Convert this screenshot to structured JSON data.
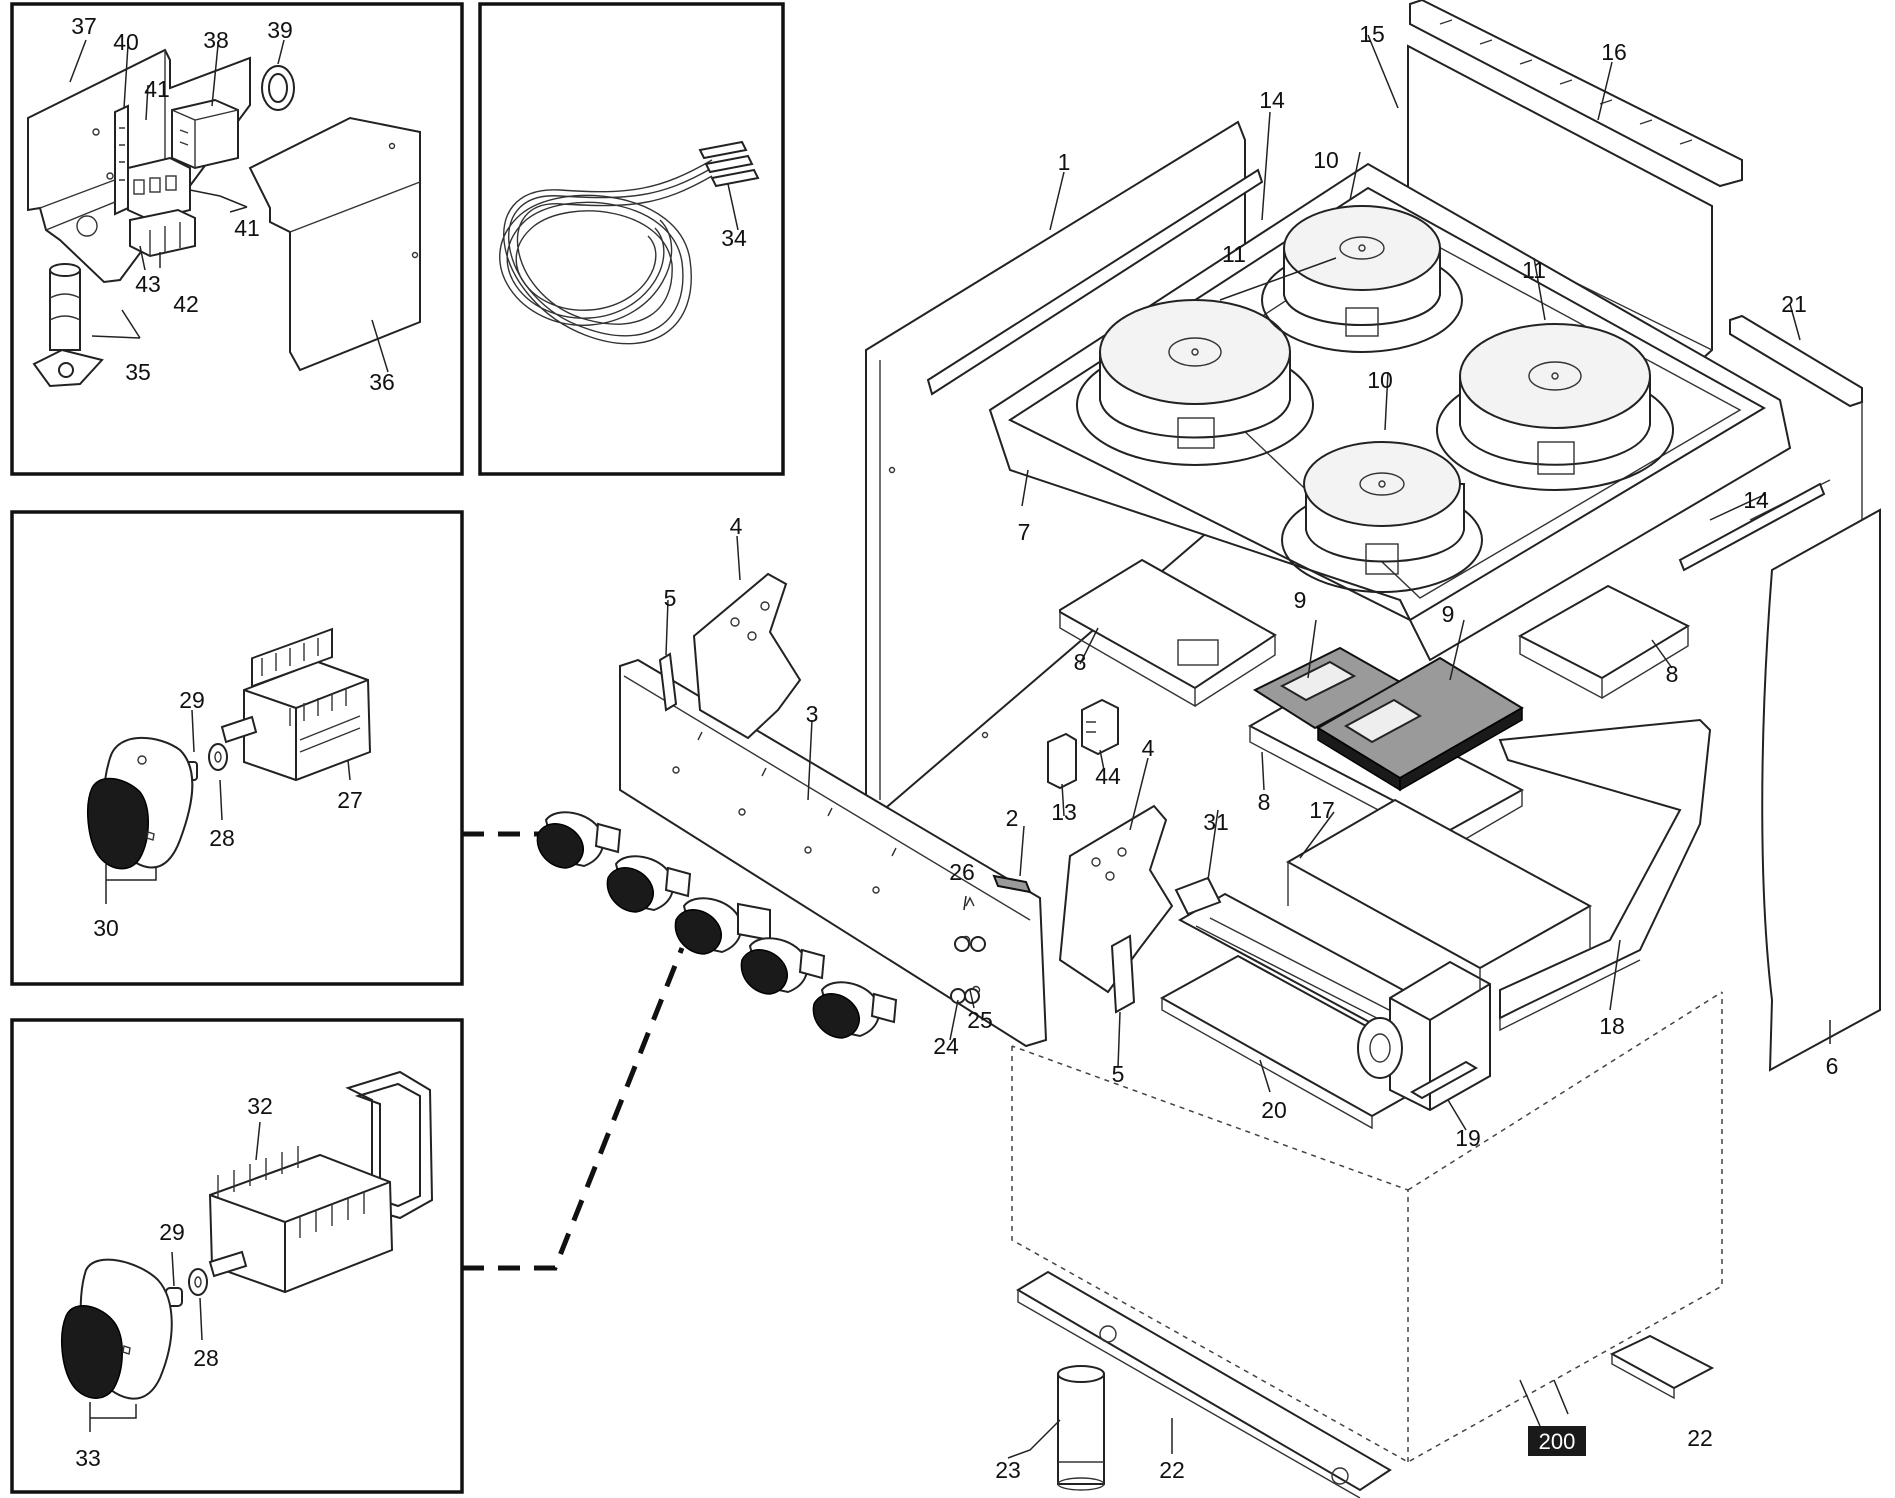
{
  "figure": {
    "callouts": [
      {
        "id": "37",
        "label": "37"
      },
      {
        "id": "40",
        "label": "40"
      },
      {
        "id": "38",
        "label": "38"
      },
      {
        "id": "39",
        "label": "39"
      },
      {
        "id": "41a",
        "label": "41"
      },
      {
        "id": "41b",
        "label": "41"
      },
      {
        "id": "43",
        "label": "43"
      },
      {
        "id": "42",
        "label": "42"
      },
      {
        "id": "35",
        "label": "35"
      },
      {
        "id": "36",
        "label": "36"
      },
      {
        "id": "34",
        "label": "34"
      },
      {
        "id": "29a",
        "label": "29"
      },
      {
        "id": "27",
        "label": "27"
      },
      {
        "id": "28a",
        "label": "28"
      },
      {
        "id": "30",
        "label": "30"
      },
      {
        "id": "32",
        "label": "32"
      },
      {
        "id": "29b",
        "label": "29"
      },
      {
        "id": "28b",
        "label": "28"
      },
      {
        "id": "33",
        "label": "33"
      },
      {
        "id": "1",
        "label": "1"
      },
      {
        "id": "14a",
        "label": "14"
      },
      {
        "id": "15",
        "label": "15"
      },
      {
        "id": "16",
        "label": "16"
      },
      {
        "id": "10a",
        "label": "10"
      },
      {
        "id": "11a",
        "label": "11"
      },
      {
        "id": "11b",
        "label": "11"
      },
      {
        "id": "21",
        "label": "21"
      },
      {
        "id": "10b",
        "label": "10"
      },
      {
        "id": "7",
        "label": "7"
      },
      {
        "id": "14b",
        "label": "14"
      },
      {
        "id": "9a",
        "label": "9"
      },
      {
        "id": "9b",
        "label": "9"
      },
      {
        "id": "8a",
        "label": "8"
      },
      {
        "id": "8b",
        "label": "8"
      },
      {
        "id": "8c",
        "label": "8"
      },
      {
        "id": "4a",
        "label": "4"
      },
      {
        "id": "5a",
        "label": "5"
      },
      {
        "id": "3",
        "label": "3"
      },
      {
        "id": "44",
        "label": "44"
      },
      {
        "id": "13",
        "label": "13"
      },
      {
        "id": "4b",
        "label": "4"
      },
      {
        "id": "17",
        "label": "17"
      },
      {
        "id": "2",
        "label": "2"
      },
      {
        "id": "31",
        "label": "31"
      },
      {
        "id": "26",
        "label": "26"
      },
      {
        "id": "25",
        "label": "25"
      },
      {
        "id": "24",
        "label": "24"
      },
      {
        "id": "5b",
        "label": "5"
      },
      {
        "id": "20",
        "label": "20"
      },
      {
        "id": "19",
        "label": "19"
      },
      {
        "id": "18",
        "label": "18"
      },
      {
        "id": "6",
        "label": "6"
      },
      {
        "id": "23",
        "label": "23"
      },
      {
        "id": "22a",
        "label": "22"
      },
      {
        "id": "22b",
        "label": "22"
      }
    ],
    "badge": "200"
  }
}
